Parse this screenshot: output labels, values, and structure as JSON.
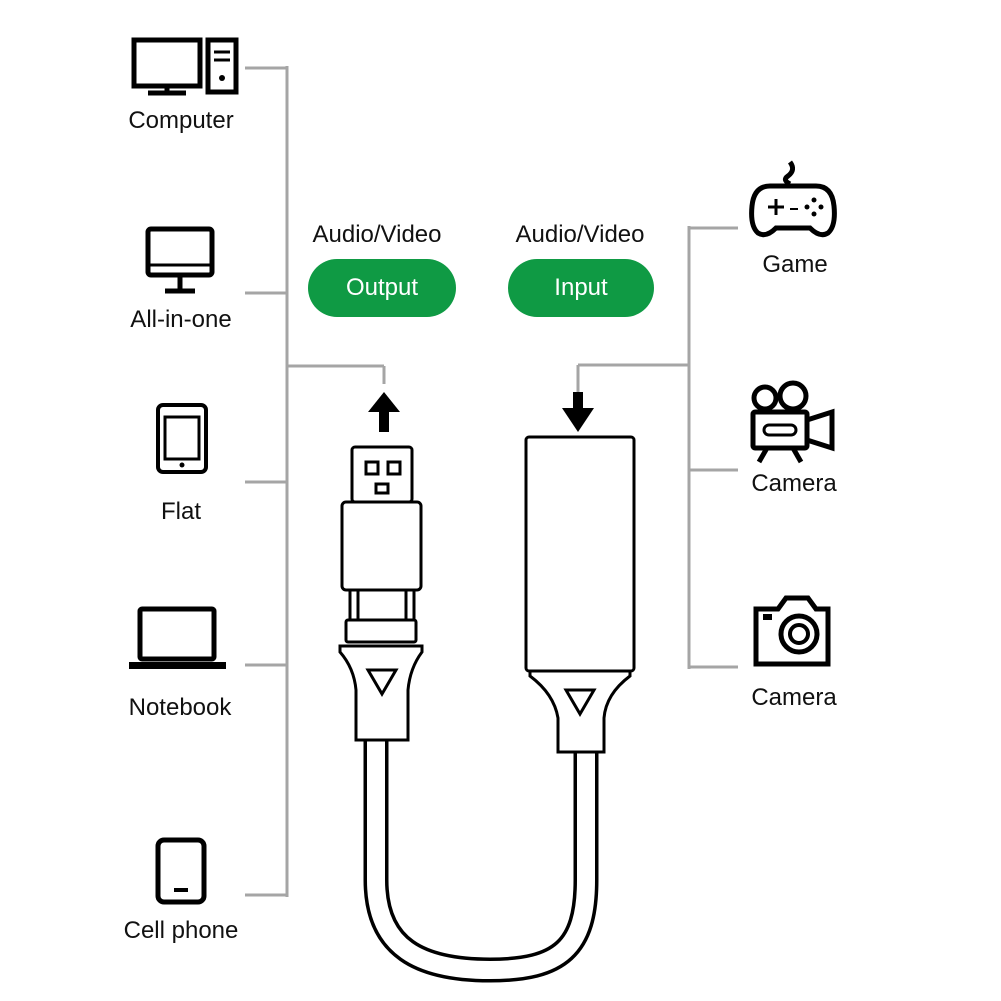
{
  "colors": {
    "accent": "#0f9a44",
    "line": "#a5a5a5",
    "ink": "#111111"
  },
  "left_devices": [
    {
      "label": "Computer",
      "icon": "computer-tower-icon"
    },
    {
      "label": "All-in-one",
      "icon": "all-in-one-monitor-icon"
    },
    {
      "label": "Flat",
      "icon": "tablet-icon"
    },
    {
      "label": "Notebook",
      "icon": "laptop-icon"
    },
    {
      "label": "Cell phone",
      "icon": "phone-icon"
    }
  ],
  "right_devices": [
    {
      "label": "Game",
      "icon": "gamepad-icon"
    },
    {
      "label": "Camera",
      "icon": "video-camera-icon"
    },
    {
      "label": "Camera",
      "icon": "photo-camera-icon"
    }
  ],
  "output": {
    "caption": "Audio/Video",
    "badge": "Output"
  },
  "input": {
    "caption": "Audio/Video",
    "badge": "Input"
  }
}
